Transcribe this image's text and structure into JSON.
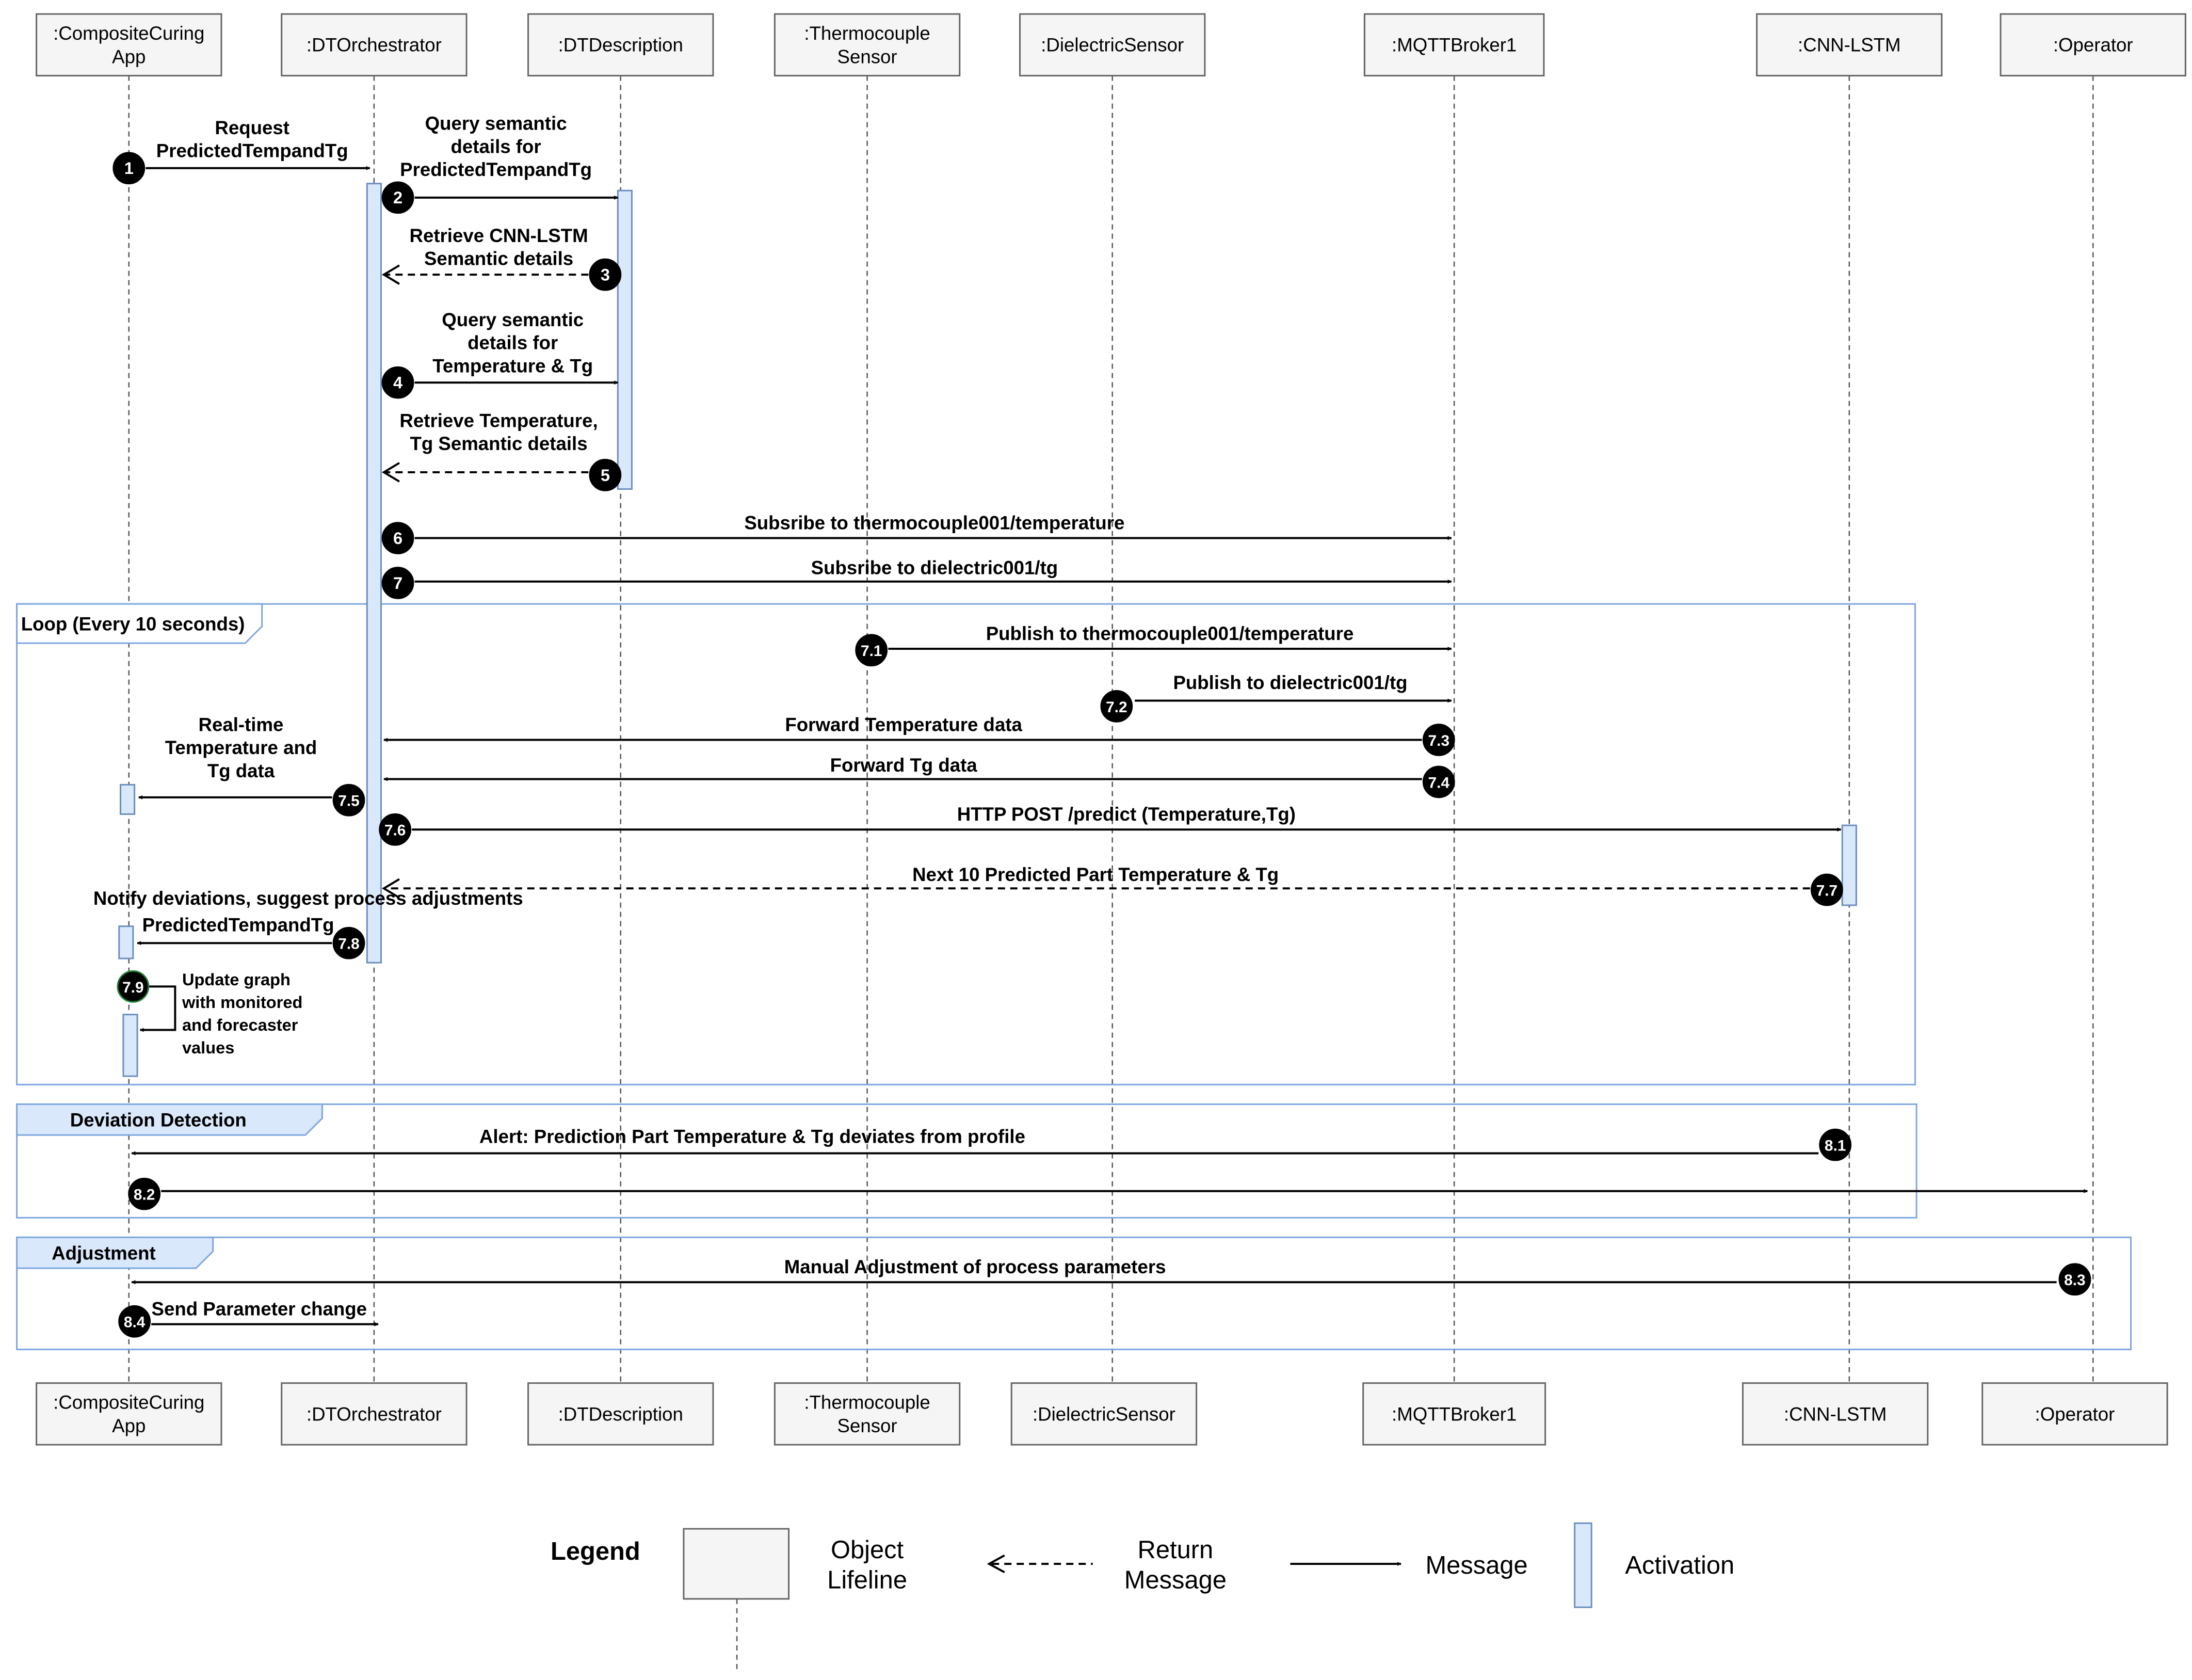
{
  "participants": [
    {
      "id": "app",
      "lines": [
        ":CompositeCuring",
        "App"
      ]
    },
    {
      "id": "orch",
      "lines": [
        ":DTOrchestrator"
      ]
    },
    {
      "id": "desc",
      "lines": [
        ":DTDescription"
      ]
    },
    {
      "id": "thermo",
      "lines": [
        ":Thermocouple",
        "Sensor"
      ]
    },
    {
      "id": "diel",
      "lines": [
        ":DielectricSensor"
      ]
    },
    {
      "id": "mqtt",
      "lines": [
        ":MQTTBroker1"
      ]
    },
    {
      "id": "cnn",
      "lines": [
        ":CNN-LSTM"
      ]
    },
    {
      "id": "op",
      "lines": [
        ":Operator"
      ]
    }
  ],
  "frames": [
    {
      "id": "loop",
      "label": "Loop (Every 10 seconds)"
    },
    {
      "id": "deviation",
      "label": "Deviation Detection"
    },
    {
      "id": "adjust",
      "label": "Adjustment"
    }
  ],
  "messages": [
    {
      "num": "1",
      "from": "app",
      "to": "orch",
      "type": "message",
      "label": [
        "Request",
        "PredictedTempandTg"
      ]
    },
    {
      "num": "2",
      "from": "orch",
      "to": "desc",
      "type": "message",
      "label": [
        "Query semantic",
        "details for",
        "PredictedTempandTg"
      ]
    },
    {
      "num": "3",
      "from": "desc",
      "to": "orch",
      "type": "return",
      "label": [
        "Retrieve CNN-LSTM",
        "Semantic details"
      ]
    },
    {
      "num": "4",
      "from": "orch",
      "to": "desc",
      "type": "message",
      "label": [
        "Query semantic",
        "details for",
        "Temperature & Tg"
      ]
    },
    {
      "num": "5",
      "from": "desc",
      "to": "orch",
      "type": "return",
      "label": [
        "Retrieve Temperature,",
        "Tg Semantic details"
      ]
    },
    {
      "num": "6",
      "from": "orch",
      "to": "mqtt",
      "type": "message",
      "label": [
        "Subsribe to thermocouple001/temperature"
      ]
    },
    {
      "num": "7",
      "from": "orch",
      "to": "mqtt",
      "type": "message",
      "label": [
        "Subsribe to dielectric001/tg"
      ]
    },
    {
      "num": "7.1",
      "from": "thermo",
      "to": "mqtt",
      "type": "message",
      "label": [
        "Publish to thermocouple001/temperature"
      ]
    },
    {
      "num": "7.2",
      "from": "diel",
      "to": "mqtt",
      "type": "message",
      "label": [
        "Publish to dielectric001/tg"
      ]
    },
    {
      "num": "7.3",
      "from": "mqtt",
      "to": "orch",
      "type": "message",
      "label": [
        "Forward Temperature data"
      ]
    },
    {
      "num": "7.4",
      "from": "mqtt",
      "to": "orch",
      "type": "message",
      "label": [
        "Forward Tg data"
      ]
    },
    {
      "num": "7.5",
      "from": "orch",
      "to": "app",
      "type": "message",
      "label": [
        "Real-time",
        "Temperature and",
        "Tg data"
      ]
    },
    {
      "num": "7.6",
      "from": "orch",
      "to": "cnn",
      "type": "message",
      "label": [
        "HTTP POST /predict (Temperature,Tg)"
      ]
    },
    {
      "num": "7.7",
      "from": "cnn",
      "to": "orch",
      "type": "return",
      "label": [
        "Next 10 Predicted Part Temperature & Tg"
      ]
    },
    {
      "num": "7.8",
      "from": "orch",
      "to": "app",
      "type": "message",
      "label": [
        "Notify deviations, suggest process adjustments",
        "PredictedTempandTg"
      ]
    },
    {
      "num": "7.9",
      "from": "app",
      "to": "app",
      "type": "self",
      "label": [
        "Update graph",
        "with monitored",
        "and forecaster",
        "values"
      ]
    },
    {
      "num": "8.1",
      "from": "cnn",
      "to": "app",
      "type": "message",
      "label": [
        "Alert: Prediction Part Temperature & Tg deviates from profile"
      ]
    },
    {
      "num": "8.2",
      "from": "app",
      "to": "op",
      "type": "message",
      "label": []
    },
    {
      "num": "8.3",
      "from": "op",
      "to": "app",
      "type": "message",
      "label": [
        "Manual Adjustment of process parameters"
      ]
    },
    {
      "num": "8.4",
      "from": "app",
      "to": "orch",
      "type": "message",
      "label": [
        "Send Parameter change"
      ]
    }
  ],
  "legend": {
    "title": "Legend",
    "items": [
      {
        "kind": "object-lifeline",
        "label": [
          "Object",
          "Lifeline"
        ]
      },
      {
        "kind": "return-message",
        "label": [
          "Return",
          "Message"
        ]
      },
      {
        "kind": "message",
        "label": [
          "Message"
        ]
      },
      {
        "kind": "activation",
        "label": [
          "Activation"
        ]
      }
    ]
  },
  "colors": {
    "activation_fill": "#dae8fc",
    "activation_stroke": "#6c8ebf",
    "frame_stroke": "#7ea6e0",
    "frame_tab_fill": "#dae8fc",
    "participant_fill": "#f5f5f5",
    "participant_stroke": "#666666",
    "badge_fill": "#000000",
    "badge_text": "#ffffff"
  }
}
